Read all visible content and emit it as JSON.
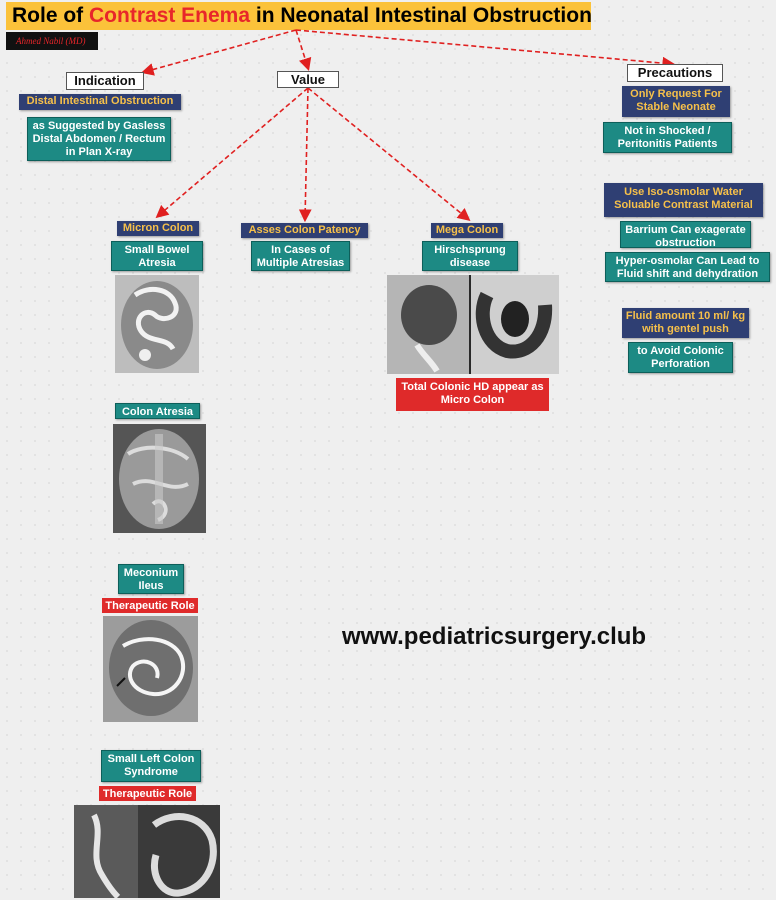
{
  "title": {
    "prefix": "Role of ",
    "highlight": "Contrast Enema",
    "suffix": " in Neonatal Intestinal Obstruction"
  },
  "author": "Ahmed Nabil (MD)",
  "headers": {
    "indication": "Indication",
    "value": "Value",
    "precautions": "Precautions"
  },
  "indication": {
    "main": "Distal Intestinal Obstruction",
    "detail": "as Suggested by Gasless Distal Abdomen / Rectum in Plan X-ray"
  },
  "value": {
    "micro_colon": "Micron Colon",
    "small_bowel_atresia": "Small Bowel Atresia",
    "colon_atresia": "Colon Atresia",
    "meconium_ileus": "Meconium Ileus",
    "therapeutic_role_1": "Therapeutic Role",
    "small_left_colon": "Small Left Colon Syndrome",
    "therapeutic_role_2": "Therapeutic Role",
    "colon_patency": "Asses Colon Patency",
    "multiple_atresias": "In Cases of Multiple Atresias",
    "mega_colon": "Mega Colon",
    "hirschsprung": "Hirschsprung disease",
    "total_colonic": "Total Colonic HD  appear as Micro Colon"
  },
  "precautions": {
    "stable": "Only Request For Stable Neonate",
    "not_shocked": "Not in Shocked / Peritonitis Patients",
    "iso_osmolar": "Use Iso-osmolar Water Soluable Contrast Material",
    "barium": "Barrium Can exagerate obstruction",
    "hyper_osmolar": "Hyper-osmolar Can Lead to Fluid shift and dehydration",
    "fluid_amount": "Fluid amount 10 ml/ kg with gentel push",
    "avoid_perforation": "to Avoid Colonic Perforation"
  },
  "website": "www.pediatricsurgery.club",
  "colors": {
    "title_bg": "#fbc23a",
    "highlight": "#e8262a",
    "navy": "#2f3f73",
    "gold_text": "#f6c04a",
    "teal": "#1d8a84",
    "red": "#df2a2a",
    "arrow": "#e02020"
  }
}
